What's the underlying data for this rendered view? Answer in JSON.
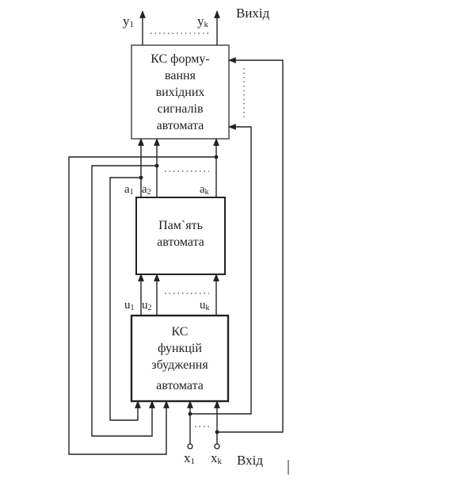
{
  "blocks": {
    "output_former": {
      "lines": [
        "КС форму-",
        "вання",
        "вихідних",
        "сигналів",
        "автомата"
      ]
    },
    "memory": {
      "lines": [
        "Пам`ять",
        "автомата"
      ]
    },
    "excitation": {
      "lines": [
        "КС",
        "функцій",
        "збудження",
        "автомата"
      ]
    }
  },
  "labels": {
    "output": "Вихід",
    "input": "Вхід",
    "y1": "y",
    "y1_sub": "1",
    "yk": "y",
    "yk_sub": "k",
    "a1": "a",
    "a1_sub": "1",
    "a2": "a",
    "a2_sub": "2",
    "ak": "a",
    "ak_sub": "k",
    "u1": "u",
    "u1_sub": "1",
    "u2": "u",
    "u2_sub": "2",
    "uk": "u",
    "uk_sub": "k",
    "x1": "x",
    "x1_sub": "1",
    "xk": "x",
    "xk_sub": "k",
    "cursor": "|"
  }
}
